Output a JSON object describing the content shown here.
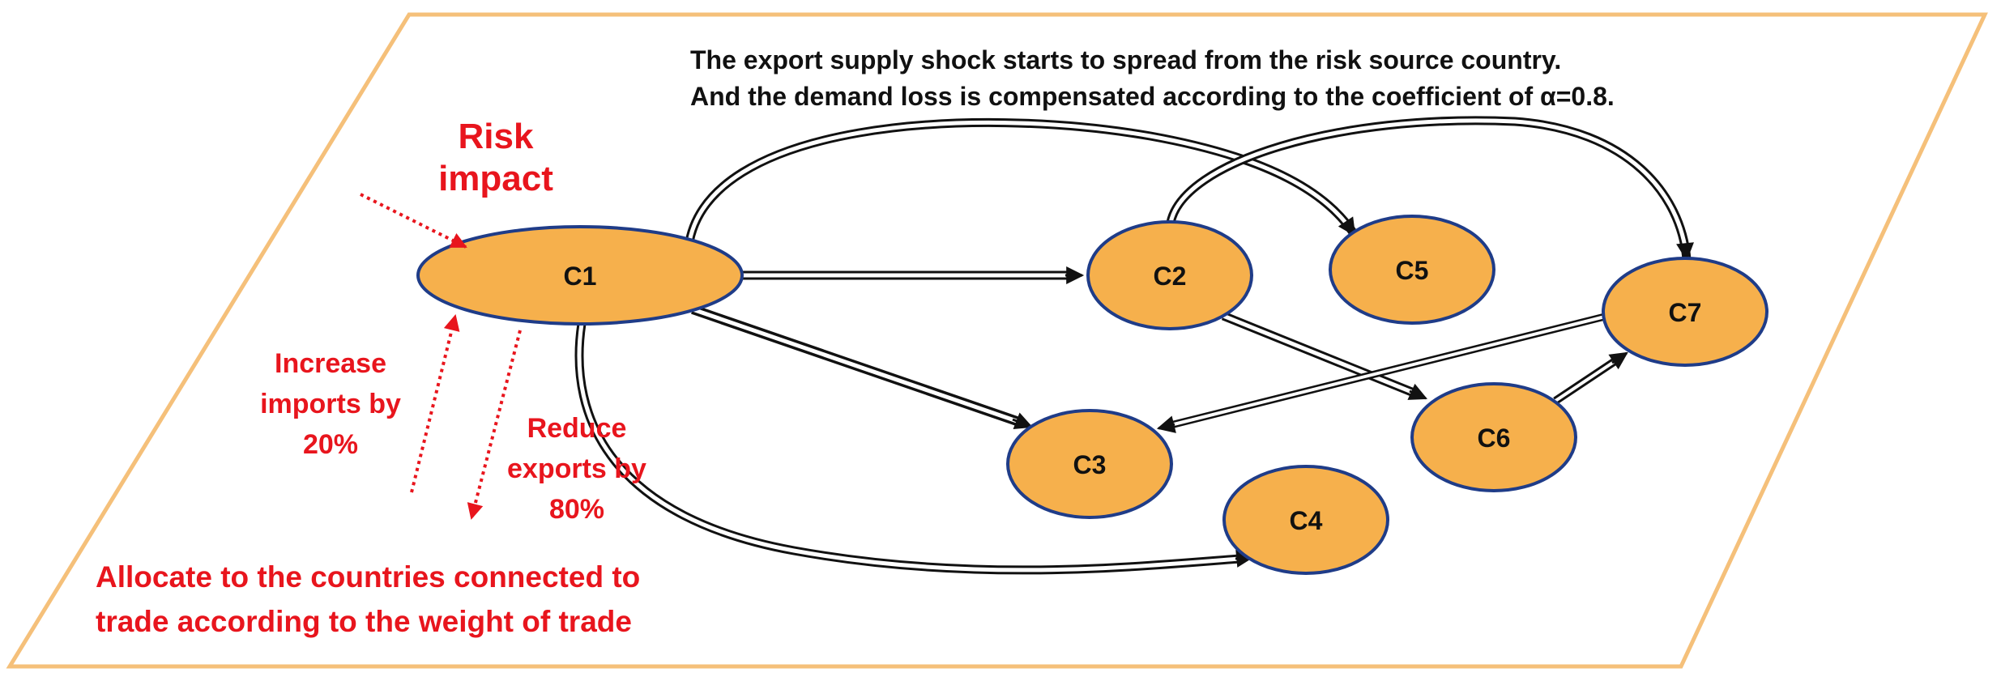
{
  "caption": {
    "line1": "The export supply shock starts to spread from the risk source country.",
    "line2": "And the demand loss is compensated according to the coefficient of α=0.8."
  },
  "risk": {
    "line1": "Risk",
    "line2": "impact"
  },
  "increase": {
    "line1": "Increase",
    "line2": "imports by",
    "line3": "20%"
  },
  "reduce": {
    "line1": "Reduce",
    "line2": "exports by",
    "line3": "80%"
  },
  "allocate": {
    "line1": "Allocate to the countries connected to",
    "line2": "trade according to the weight of trade"
  },
  "nodes": {
    "c1": "C1",
    "c2": "C2",
    "c3": "C3",
    "c4": "C4",
    "c5": "C5",
    "c6": "C6",
    "c7": "C7"
  },
  "edges": [
    [
      "C1",
      "C2"
    ],
    [
      "C1",
      "C3"
    ],
    [
      "C1",
      "C4"
    ],
    [
      "C1",
      "C5"
    ],
    [
      "C2",
      "C6"
    ],
    [
      "C2",
      "C7"
    ],
    [
      "C6",
      "C7"
    ],
    [
      "C7",
      "C3"
    ]
  ],
  "colors": {
    "node_fill": "#f6b04c",
    "node_stroke": "#1f3c88",
    "annotation_red": "#e8151d",
    "frame": "#f5c07a"
  }
}
